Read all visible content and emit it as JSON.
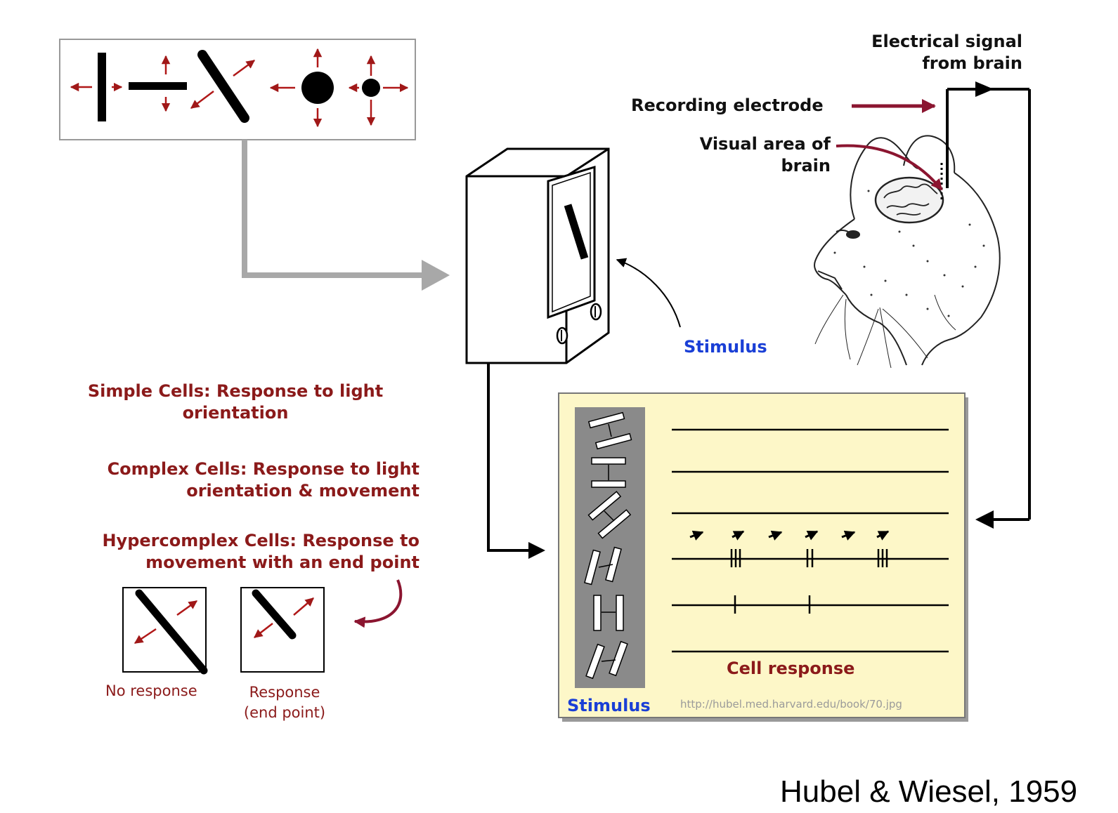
{
  "labels": {
    "electrical_signal": [
      "Electrical signal",
      "from brain"
    ],
    "recording_electrode": "Recording electrode",
    "visual_area": [
      "Visual area of",
      "brain"
    ],
    "stimulus_monitor": "Stimulus",
    "stimulus_panel": "Stimulus",
    "cell_response": "Cell response",
    "url": "http://hubel.med.harvard.edu/book/70.jpg",
    "simple_cells": [
      "Simple Cells: Response to light",
      "orientation"
    ],
    "complex_cells": [
      "Complex Cells: Response to light",
      "orientation & movement"
    ],
    "hypercomplex_cells": [
      "Hypercomplex Cells: Response to",
      "movement with an end point"
    ],
    "no_response": "No response",
    "response_end_point": [
      "Response",
      "(end point)"
    ],
    "citation": "Hubel & Wiesel, 1959"
  },
  "colors": {
    "dark_red": "#8b1a1a",
    "stimulus_blue": "#1a3fd6",
    "panel_yellow": "#fdf7c8",
    "flow_arrow_gray": "#a8a8a8"
  },
  "icons": [
    "stimulus-shapes-panel",
    "crt-monitor-icon",
    "cat-head-icon",
    "brain-icon",
    "spike-train-panel"
  ]
}
